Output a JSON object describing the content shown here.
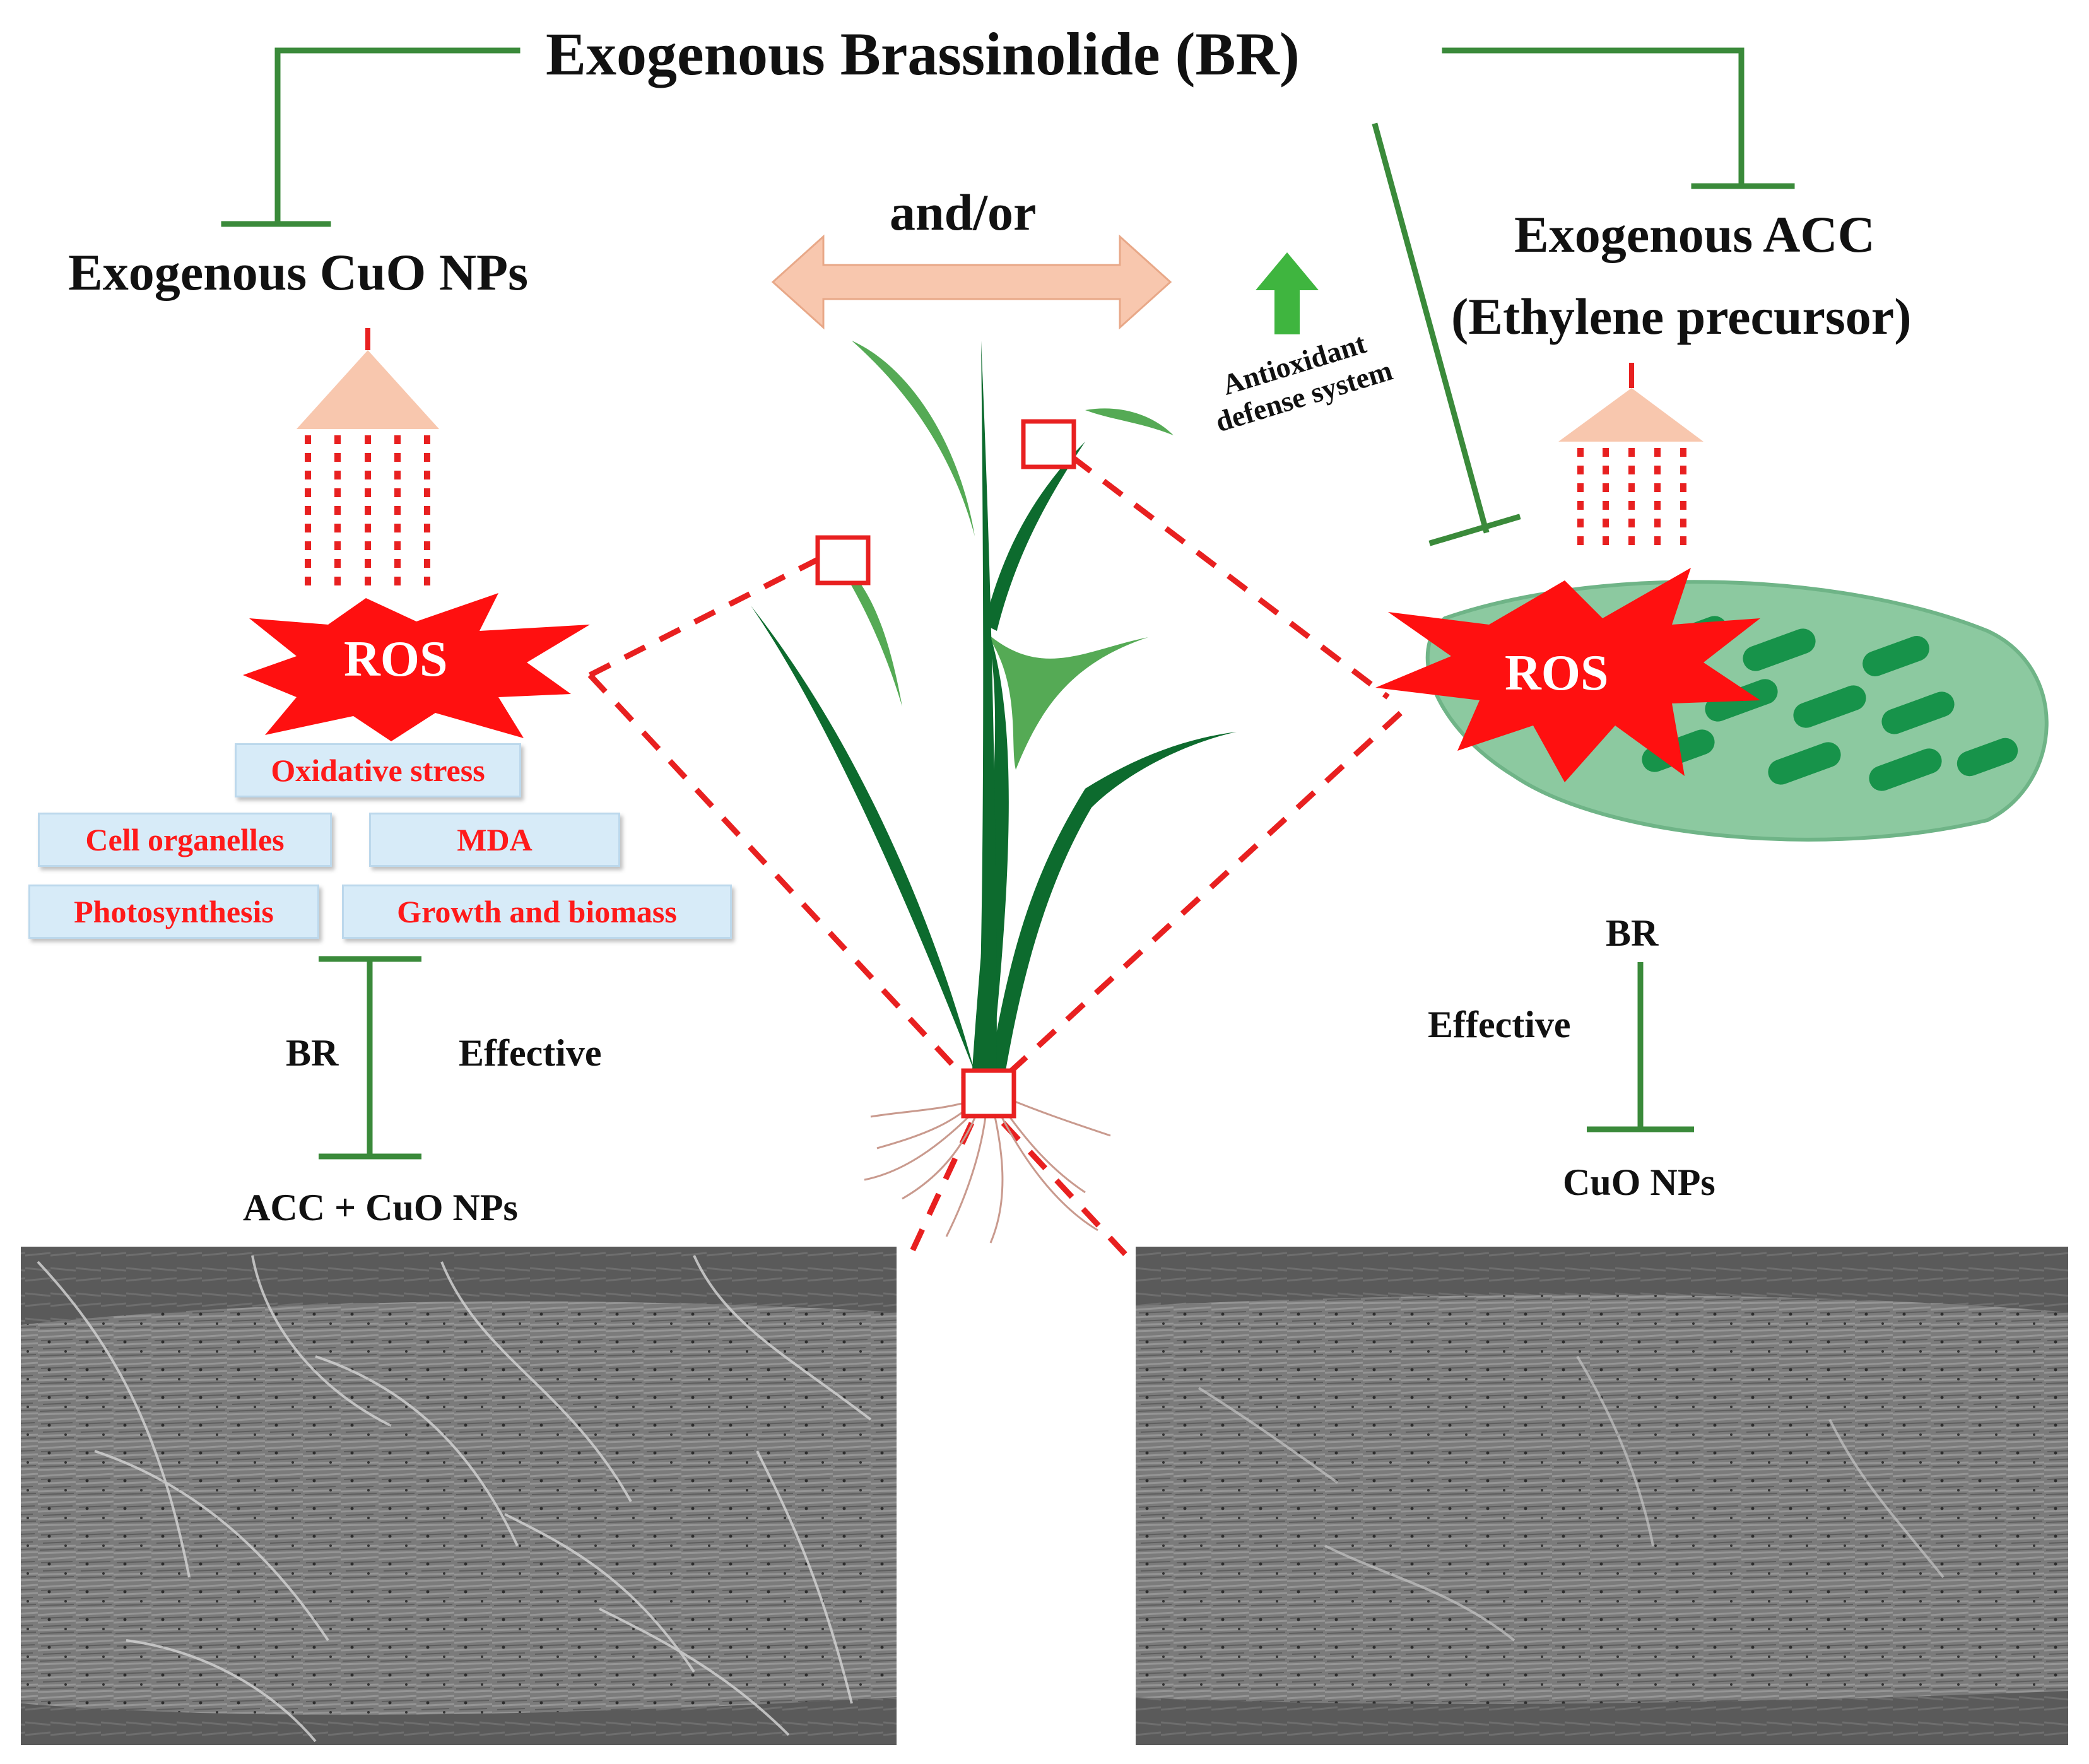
{
  "title": "Exogenous Brassinolide (BR)",
  "left": {
    "heading": "Exogenous CuO NPs",
    "ros": "ROS",
    "effects": [
      "Oxidative stress",
      "Cell organelles",
      "MDA",
      "Photosynthesis",
      "Growth and biomass"
    ],
    "br": "BR",
    "effective": "Effective",
    "target": "ACC + CuO NPs"
  },
  "center": {
    "andor": "and/or",
    "antioxidant_line1": "Antioxidant",
    "antioxidant_line2": "defense system"
  },
  "right": {
    "heading_line1": "Exogenous ACC",
    "heading_line2": "(Ethylene precursor)",
    "ros": "ROS",
    "br": "BR",
    "effective": "Effective",
    "target": "CuO NPs"
  },
  "colors": {
    "inhibition": "#3a8a3a",
    "ros": "#ff1010",
    "dashes": "#e82020",
    "arrow_fill": "#f8c7ae",
    "plant_dark": "#0d6b2e",
    "plant_light": "#55aa55",
    "chloroplast": "#8cc9a0",
    "thylakoid": "#17934a",
    "up_arrow": "#3fb53f"
  }
}
